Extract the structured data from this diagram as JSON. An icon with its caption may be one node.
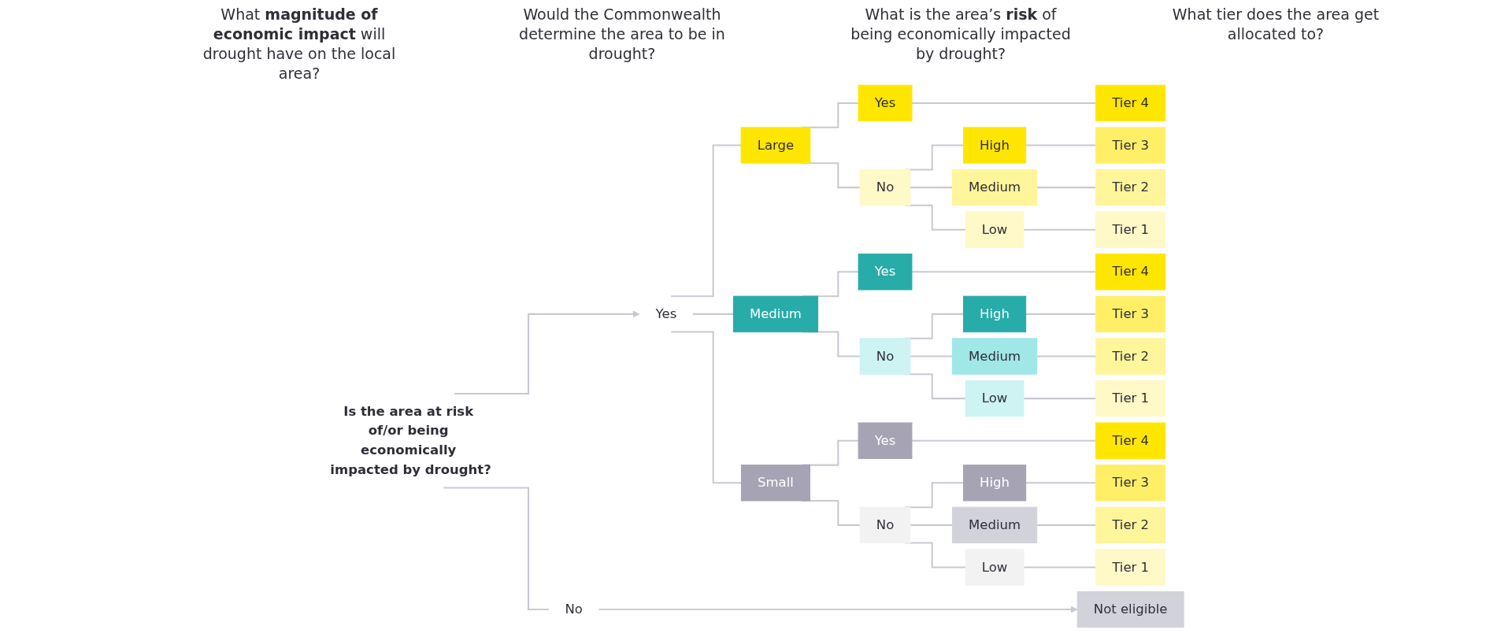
{
  "diagram": {
    "nodes": [
      {
        "text": [
          "Is the area at risk of/or being economically impacted by drought?"
        ]
      },
      {
        "text": [
          "Yes"
        ]
      },
      {
        "text": [
          "Large"
        ]
      },
      {
        "text": [
          "Yes"
        ]
      },
      {
        "text": [
          "No"
        ]
      },
      {
        "text": [
          "High"
        ]
      },
      {
        "text": [
          "Medium"
        ]
      },
      {
        "text": [
          "Low"
        ]
      },
      {
        "text": [
          "Tier 4"
        ]
      },
      {
        "text": [
          "Tier 3"
        ]
      },
      {
        "text": [
          "Tier 2"
        ]
      },
      {
        "text": [
          "Tier 1"
        ]
      },
      {
        "text": [
          "Medium"
        ]
      },
      {
        "text": [
          "Yes"
        ]
      },
      {
        "text": [
          "No"
        ]
      },
      {
        "text": [
          "High"
        ]
      },
      {
        "text": [
          "Medium"
        ]
      },
      {
        "text": [
          "Low"
        ]
      },
      {
        "text": [
          "Tier 4"
        ]
      },
      {
        "text": [
          "Tier 3"
        ]
      },
      {
        "text": [
          "Tier 2"
        ]
      },
      {
        "text": [
          "Tier 1"
        ]
      },
      {
        "text": [
          "Small"
        ]
      },
      {
        "text": [
          "Yes"
        ]
      },
      {
        "text": [
          "No"
        ]
      },
      {
        "text": [
          "High"
        ]
      },
      {
        "text": [
          "Medium"
        ]
      },
      {
        "text": [
          "Low"
        ]
      },
      {
        "text": [
          "Tier 4"
        ]
      },
      {
        "text": [
          "Tier 3"
        ]
      },
      {
        "text": [
          "Tier 2"
        ]
      },
      {
        "text": [
          "Tier 1"
        ]
      },
      {
        "text": [
          "No"
        ]
      },
      {
        "text": [
          "Not eligible"
        ]
      }
    ],
    "edges": [
      {
        "from": 0,
        "to": 1,
        "arrow": "to"
      },
      {
        "from": 1,
        "to": 2,
        "arrow": "none"
      },
      {
        "from": 1,
        "to": 12,
        "arrow": "none"
      },
      {
        "from": 1,
        "to": 22,
        "arrow": "none"
      },
      {
        "from": 2,
        "to": 3,
        "arrow": "none"
      },
      {
        "from": 2,
        "to": 4,
        "arrow": "none"
      },
      {
        "from": 3,
        "to": 8,
        "arrow": "none"
      },
      {
        "from": 4,
        "to": 5,
        "arrow": "none"
      },
      {
        "from": 4,
        "to": 6,
        "arrow": "none"
      },
      {
        "from": 4,
        "to": 7,
        "arrow": "none"
      },
      {
        "from": 5,
        "to": 9,
        "arrow": "none"
      },
      {
        "from": 6,
        "to": 10,
        "arrow": "none"
      },
      {
        "from": 7,
        "to": 11,
        "arrow": "none"
      },
      {
        "from": 12,
        "to": 13,
        "arrow": "none"
      },
      {
        "from": 12,
        "to": 14,
        "arrow": "none"
      },
      {
        "from": 13,
        "to": 18,
        "arrow": "none"
      },
      {
        "from": 14,
        "to": 15,
        "arrow": "none"
      },
      {
        "from": 14,
        "to": 16,
        "arrow": "none"
      },
      {
        "from": 14,
        "to": 17,
        "arrow": "none"
      },
      {
        "from": 15,
        "to": 19,
        "arrow": "none"
      },
      {
        "from": 16,
        "to": 20,
        "arrow": "none"
      },
      {
        "from": 17,
        "to": 21,
        "arrow": "none"
      },
      {
        "from": 22,
        "to": 23,
        "arrow": "none"
      },
      {
        "from": 22,
        "to": 24,
        "arrow": "none"
      },
      {
        "from": 23,
        "to": 28,
        "arrow": "none"
      },
      {
        "from": 24,
        "to": 25,
        "arrow": "none"
      },
      {
        "from": 24,
        "to": 26,
        "arrow": "none"
      },
      {
        "from": 24,
        "to": 27,
        "arrow": "none"
      },
      {
        "from": 25,
        "to": 29,
        "arrow": "none"
      },
      {
        "from": 26,
        "to": 30,
        "arrow": "none"
      },
      {
        "from": 27,
        "to": 31,
        "arrow": "none"
      },
      {
        "from": 0,
        "to": 32,
        "arrow": "none"
      },
      {
        "from": 32,
        "to": 33,
        "arrow": "to"
      }
    ],
    "labels": [
      "What **magnitude of economic impact** will drought have on the local area?",
      "Would the Commonwealth determine the area to be in drought?",
      "What is the area’s **risk** of being economically impacted by drought?",
      "What tier does the area get allocated to?"
    ]
  }
}
